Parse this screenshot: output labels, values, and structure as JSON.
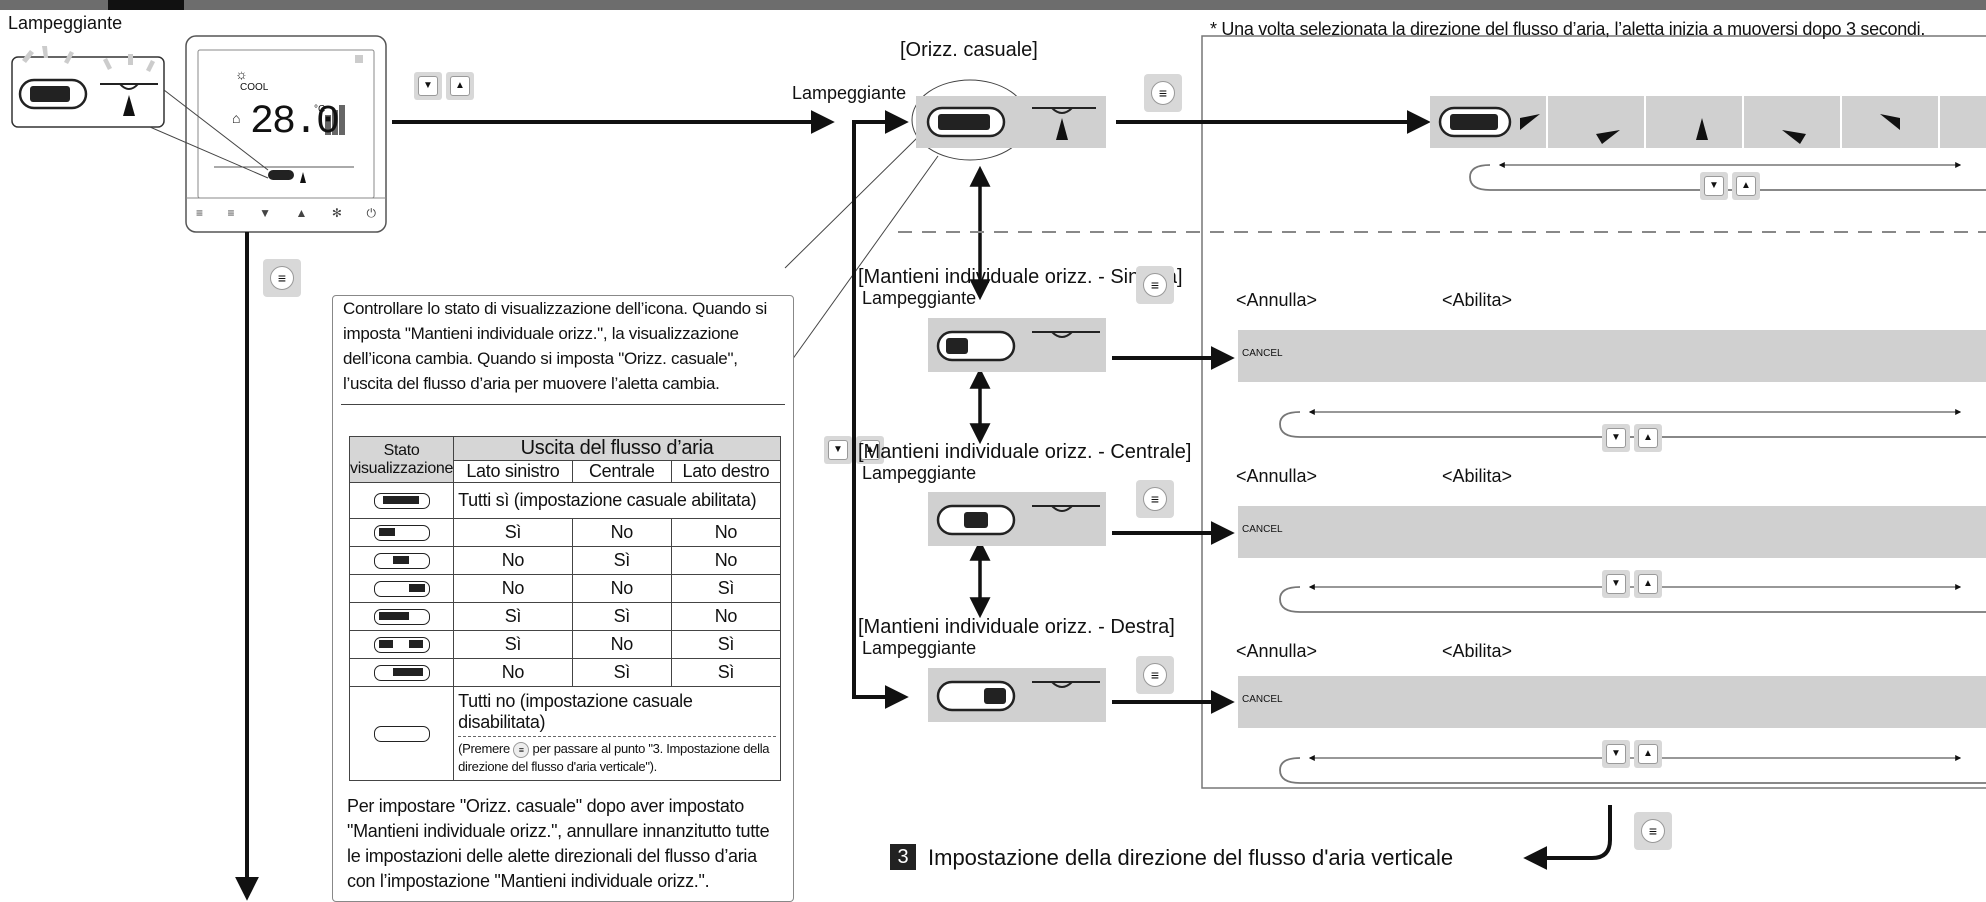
{
  "header": {
    "step_box_color": "#111111",
    "bar_color": "#6d6d6d"
  },
  "left_panel": {
    "blinking_label": "Lampeggiante"
  },
  "remote": {
    "mode_label": "COOL",
    "temperature": "28.0",
    "unit": "°C",
    "buttons": [
      "menu-icon",
      "down-icon",
      "up-icon",
      "fan-icon",
      "power-icon"
    ]
  },
  "buttons": {
    "down": "▼",
    "up": "▲",
    "menu": "≡"
  },
  "random_section": {
    "title": "[Orizz. casuale]",
    "blinking_label": "Lampeggiante",
    "note": "* Una volta selezionata la direzione del flusso d’aria, l’aletta inizia a muoversi dopo 3 secondi."
  },
  "modes": [
    {
      "title": "[Mantieni individuale orizz. - Sinistra]",
      "blinking_label": "Lampeggiante",
      "cancel": "<Annulla>",
      "enable": "<Abilita>",
      "cancel_tag": "CANCEL"
    },
    {
      "title": "[Mantieni individuale orizz. - Centrale]",
      "blinking_label": "Lampeggiante",
      "cancel": "<Annulla>",
      "enable": "<Abilita>",
      "cancel_tag": "CANCEL"
    },
    {
      "title": "[Mantieni individuale orizz. - Destra]",
      "blinking_label": "Lampeggiante",
      "cancel": "<Annulla>",
      "enable": "<Abilita>",
      "cancel_tag": "CANCEL"
    }
  ],
  "info": {
    "para1": "Controllare lo stato di visualizzazione dell’icona. Quando si imposta \"Mantieni individuale orizz.\", la visualizzazione dell’icona cambia. Quando si imposta \"Orizz. casuale\", l’uscita del flusso d’aria per muovere l’aletta cambia.",
    "table": {
      "col_state": "Stato visualizzazione",
      "col_output": "Uscita del flusso d’aria",
      "col_left": "Lato sinistro",
      "col_center": "Centrale",
      "col_right": "Lato destro",
      "all_yes": "Tutti sì (impostazione casuale abilitata)",
      "rows": [
        {
          "left": "Sì",
          "center": "No",
          "right": "No"
        },
        {
          "left": "No",
          "center": "Sì",
          "right": "No"
        },
        {
          "left": "No",
          "center": "No",
          "right": "Sì"
        },
        {
          "left": "Sì",
          "center": "Sì",
          "right": "No"
        },
        {
          "left": "Sì",
          "center": "No",
          "right": "Sì"
        },
        {
          "left": "No",
          "center": "Sì",
          "right": "Sì"
        }
      ],
      "all_no": "Tutti no (impostazione casuale disabilitata)",
      "all_no_note_pre": "(Premere",
      "all_no_note_post": "per passare al punto \"3. Impostazione della direzione del flusso d'aria verticale\")."
    },
    "para2": "Per impostare \"Orizz. casuale\" dopo aver impostato \"Mantieni individuale orizz.\", annullare innanzitutto tutte le impostazioni delle alette direzionali del flusso d’aria con l’impostazione \"Mantieni individuale orizz.\"."
  },
  "footer": {
    "step_number": "3",
    "step_text": "Impostazione della direzione del flusso d'aria verticale"
  }
}
